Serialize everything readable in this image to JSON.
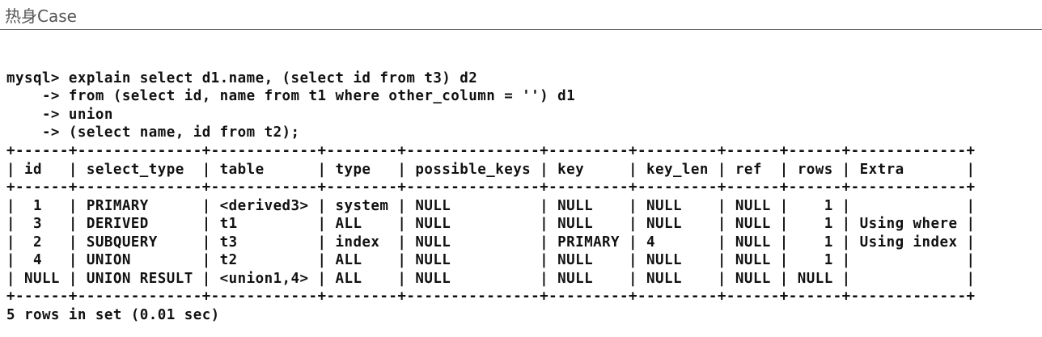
{
  "window": {
    "title": "热身Case"
  },
  "query": {
    "lines": [
      "mysql> explain select d1.name, (select id from t3) d2",
      "    -> from (select id, name from t1 where other_column = '') d1",
      "    -> union",
      "    -> (select name, id from t2);"
    ]
  },
  "result": {
    "border": "+------+--------------+------------+--------+---------------+---------+---------+------+------+-------------+",
    "header": "| id   | select_type  | table      | type   | possible_keys | key     | key_len | ref  | rows | Extra       |",
    "rows": [
      "|  1   | PRIMARY      | <derived3> | system | NULL          | NULL    | NULL    | NULL |    1 |             |",
      "|  3   | DERIVED      | t1         | ALL    | NULL          | NULL    | NULL    | NULL |    1 | Using where |",
      "|  2   | SUBQUERY     | t3         | index  | NULL          | PRIMARY | 4       | NULL |    1 | Using index |",
      "|  4   | UNION        | t2         | ALL    | NULL          | NULL    | NULL    | NULL |    1 |             |",
      "| NULL | UNION RESULT | <union1,4> | ALL    | NULL          | NULL    | NULL    | NULL | NULL |             |"
    ],
    "summary": "5 rows in set (0.01 sec)"
  }
}
